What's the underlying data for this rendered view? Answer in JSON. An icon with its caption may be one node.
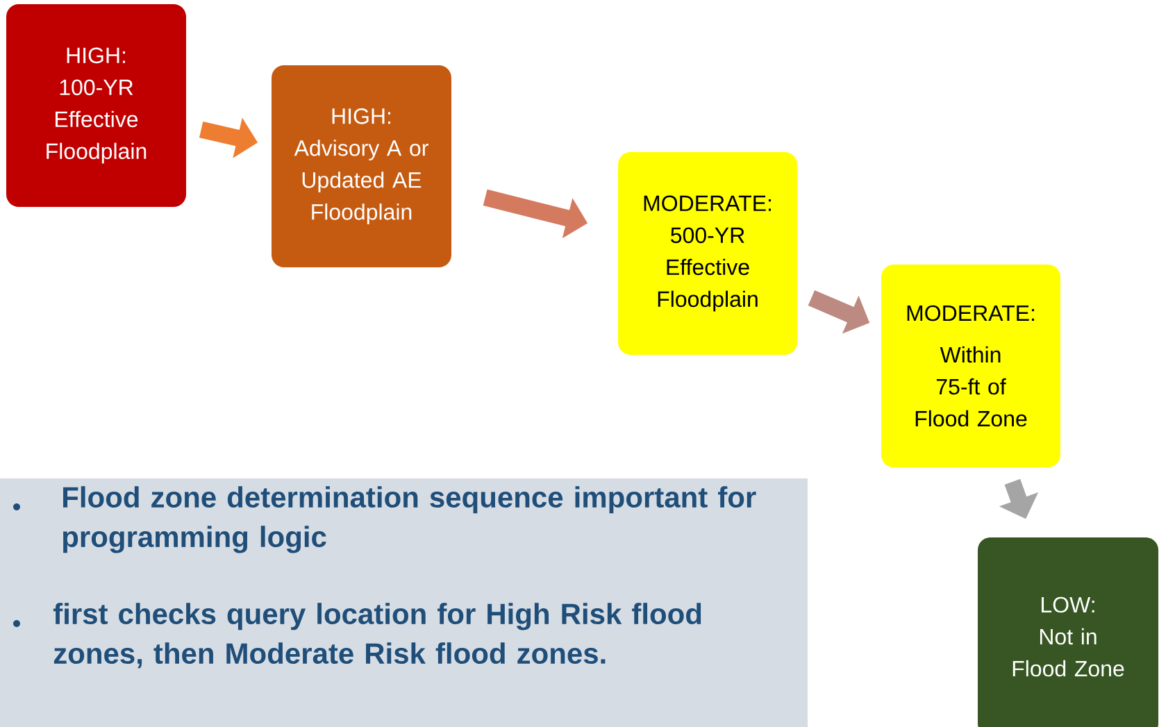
{
  "diagram": {
    "nodes": [
      {
        "text": [
          "HIGH:",
          "100-YR Effective Floodplain"
        ]
      },
      {
        "text": [
          "HIGH:",
          "Advisory A or Updated AE Floodplain"
        ]
      },
      {
        "text": [
          "MODERATE:",
          "500-YR Effective Floodplain"
        ]
      },
      {
        "text": [
          "MODERATE:",
          "Within 75-ft of Flood Zone"
        ]
      },
      {
        "text": [
          "LOW:",
          "Not in Flood Zone"
        ]
      },
      {
        "text": [
          "Flood zone determination sequence important for programming logic",
          "first checks query location for High Risk flood zones, then Moderate Risk flood zones."
        ]
      }
    ],
    "edges": [
      {
        "from": 0,
        "to": 1,
        "arrow": "to",
        "color": "#ed7d31"
      },
      {
        "from": 1,
        "to": 2,
        "arrow": "to",
        "color": "#d47a5e"
      },
      {
        "from": 2,
        "to": 3,
        "arrow": "to",
        "color": "#bc8a80"
      },
      {
        "from": 3,
        "to": 4,
        "arrow": "to",
        "color": "#a5a5a5"
      }
    ]
  }
}
